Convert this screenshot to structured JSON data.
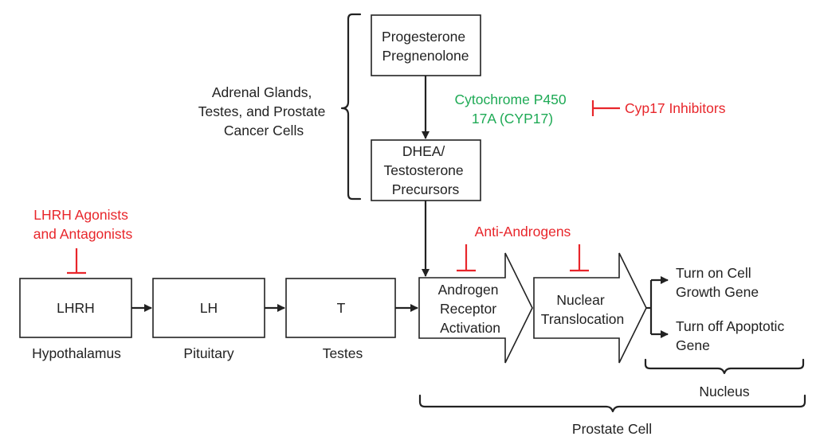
{
  "colors": {
    "text": "#222222",
    "inhibitor": "#e8262b",
    "enzyme": "#1eaa55"
  },
  "labels": {
    "source": [
      "Adrenal Glands,",
      "Testes, and Prostate",
      "Cancer Cells"
    ],
    "enzyme": [
      "Cytochrome P450",
      "17A (CYP17)"
    ],
    "cyp17_inhibitors": "Cyp17 Inhibitors",
    "lhrh_drugs": [
      "LHRH Agonists",
      "and Antagonists"
    ],
    "anti_androgens": "Anti-Androgens",
    "gene_on": [
      "Turn on Cell",
      "Growth Gene"
    ],
    "gene_off": [
      "Turn off Apoptotic",
      "Gene"
    ],
    "nucleus": "Nucleus",
    "prostate_cell": "Prostate Cell",
    "hypothalamus": "Hypothalamus",
    "pituitary": "Pituitary",
    "testes": "Testes"
  },
  "boxes": {
    "progesterone": [
      "Progesterone",
      "Pregnenolone"
    ],
    "dhea": [
      "DHEA/",
      "Testosterone",
      "Precursors"
    ],
    "lhrh": "LHRH",
    "lh": "LH",
    "t": "T"
  },
  "arrows": {
    "receptor": [
      "Androgen",
      "Receptor",
      "Activation"
    ],
    "nuclear": [
      "Nuclear",
      "Translocation"
    ]
  }
}
